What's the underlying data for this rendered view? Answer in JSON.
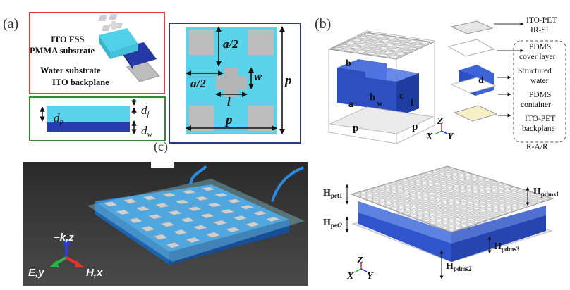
{
  "panel_a": {
    "label": "(a)",
    "layers": {
      "fss": "ITO FSS",
      "pmma": "PMMA substrate",
      "water": "Water substrate",
      "backplane": "ITO backplane"
    },
    "cross_section": {
      "dp": "d",
      "dp_sub": "p",
      "df": "d",
      "df_sub": "f",
      "dw": "d",
      "dw_sub": "w"
    },
    "unit_cell": {
      "half_a_top": "a/2",
      "half_a_left": "a/2",
      "w": "w",
      "l": "l",
      "p_right": "p",
      "p_bottom": "p"
    },
    "partial_label": "(c)"
  },
  "panel_b": {
    "label": "(b)",
    "top_labels": {
      "b": "b",
      "a": "a",
      "h": "h",
      "w": "w",
      "c": "c",
      "l": "l",
      "d": "d",
      "p1": "p",
      "p2": "p"
    },
    "axes": {
      "z": "Z",
      "x": "X",
      "y": "Y"
    },
    "legend": {
      "ito_pet": "ITO-PET",
      "ir_sl": "IR-SL",
      "pdms_cover_1": "PDMS",
      "pdms_cover_2": "cover layer",
      "structured_1": "Structured",
      "structured_2": "water",
      "pdms_cont_1": "PDMS",
      "pdms_cont_2": "container",
      "ito_back_1": "ITO-PET",
      "ito_back_2": "backplane",
      "rar": "R-A/R"
    },
    "bottom_labels": {
      "hpet1": "H",
      "hpet1_sub": "pet1",
      "hpet2": "H",
      "hpet2_sub": "pet2",
      "hpdms1": "H",
      "hpdms1_sub": "pdms1",
      "hpdms3": "H",
      "hpdms3_sub": "pdms3",
      "hpdms2": "H",
      "hpdms2_sub": "pdms2"
    },
    "axes2": {
      "z": "Z",
      "x": "X",
      "y": "Y"
    }
  },
  "panel_c": {
    "axis_kz": "−k,z",
    "axis_ey": "E,y",
    "axis_hx": "H,x"
  },
  "colors": {
    "cyan": "#5ad2ea",
    "blue": "#2d4fc0",
    "darkblue": "#22309a",
    "gray": "#b9b9b9",
    "red_frame": "#e23a3a",
    "green_frame": "#2f8a3a",
    "navy_frame": "#2a3a8a"
  }
}
